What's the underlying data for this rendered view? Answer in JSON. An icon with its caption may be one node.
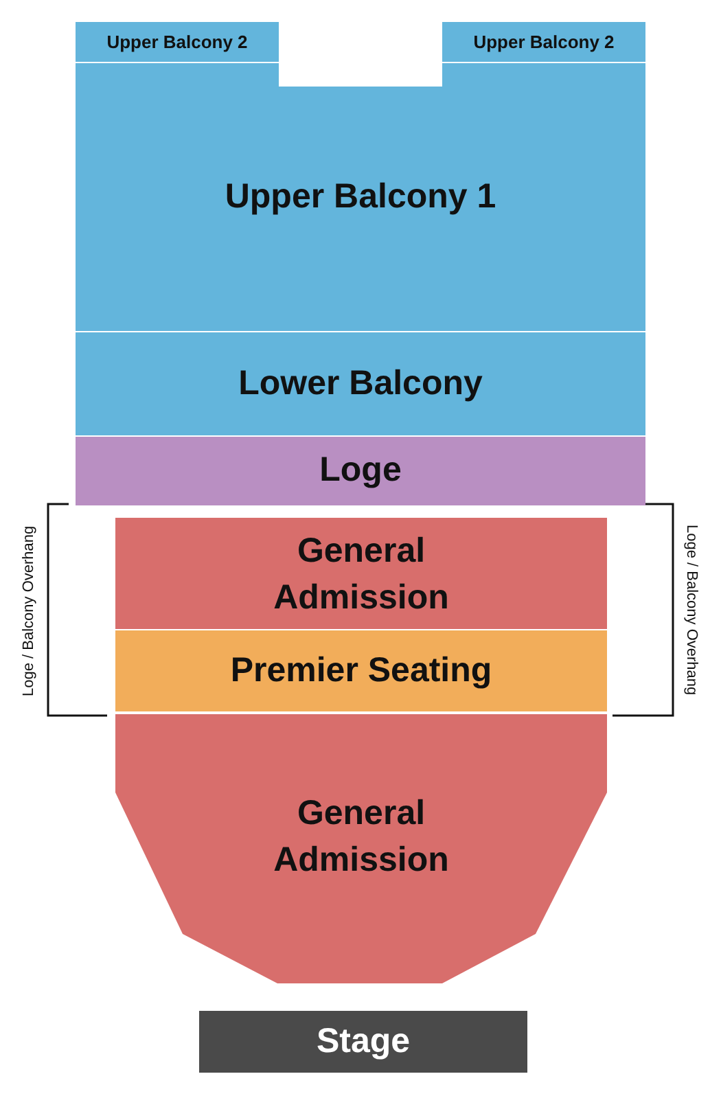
{
  "diagram": {
    "nodes": [
      {
        "text": [
          "Upper Balcony 2"
        ]
      },
      {
        "text": [
          "Upper Balcony 2"
        ]
      },
      {
        "text": [
          "Upper Balcony 1"
        ]
      },
      {
        "text": [
          "Lower Balcony"
        ]
      },
      {
        "text": [
          "Loge"
        ]
      },
      {
        "text": [
          "General Admission"
        ]
      },
      {
        "text": [
          "Premier Seating"
        ]
      },
      {
        "text": [
          "General Admission"
        ]
      },
      {
        "text": [
          "Stage"
        ]
      }
    ],
    "labels": [
      "Loge / Balcony Overhang",
      "Loge / Balcony Overhang"
    ]
  }
}
